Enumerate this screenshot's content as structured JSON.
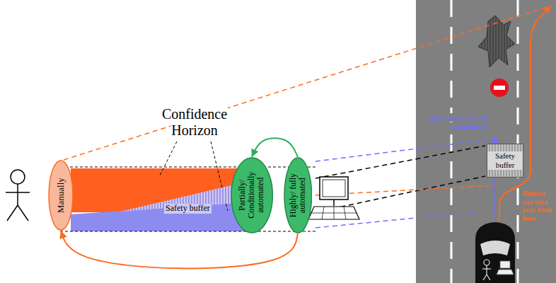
{
  "diagram": {
    "nodes": [
      {
        "text": [
          "Manually"
        ]
      },
      {
        "text": [
          "Safety buffer"
        ]
      },
      {
        "text": [
          "Partially/ Conditionally automated"
        ]
      },
      {
        "text": [
          "Highly/ fully automated"
        ]
      },
      {
        "text": [
          "Safety buffer"
        ]
      }
    ],
    "edges": [
      {
        "from": 3,
        "to": 2,
        "arrow": "to"
      },
      {
        "from": 3,
        "to": 0,
        "arrow": "to"
      }
    ],
    "labels": [
      "Confidence Horizon",
      "Up to here can the automation",
      "Human can take over from here"
    ]
  }
}
